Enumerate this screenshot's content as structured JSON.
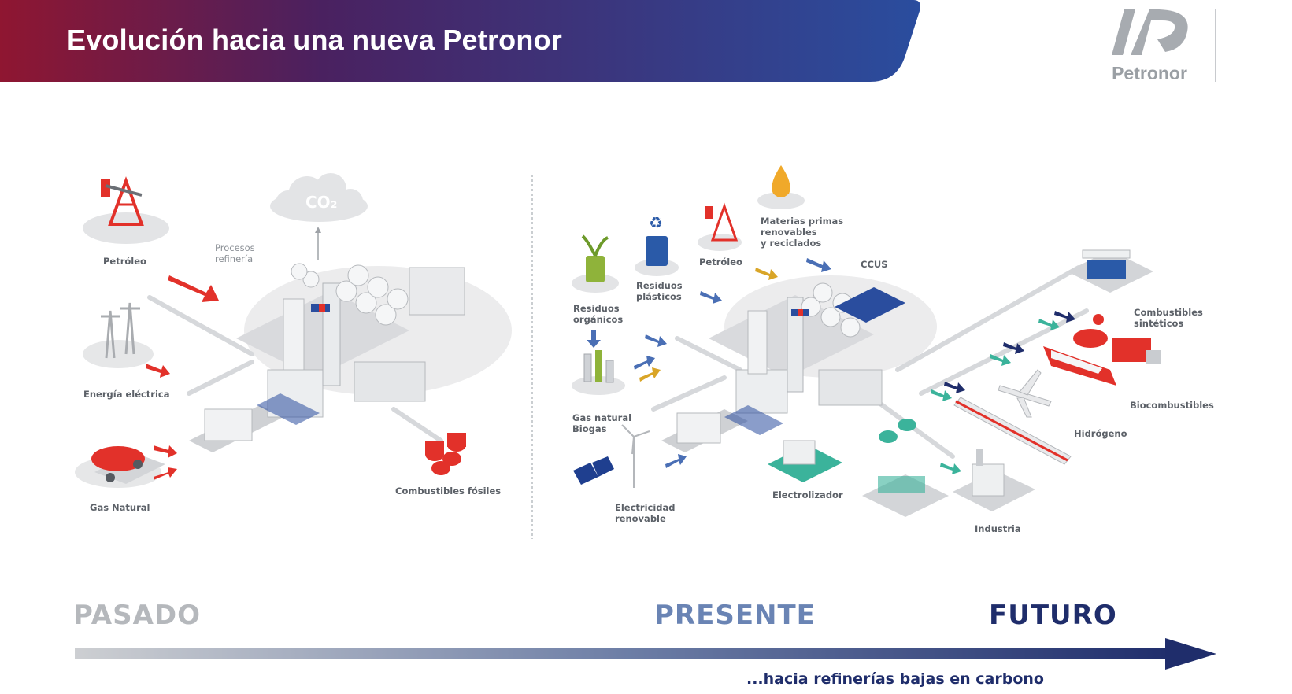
{
  "header": {
    "title": "Evolución hacia una nueva Petronor"
  },
  "logo": {
    "brand": "Petronor"
  },
  "colors": {
    "banner_start": "#8f1631",
    "banner_end": "#2a4d9e",
    "arrow_end": "#1f2d6b",
    "accent_red": "#e2312a"
  },
  "past": {
    "inputs": [
      "Petróleo",
      "Energía eléctrica",
      "Gas Natural"
    ],
    "process_label": "Procesos\nrefinería",
    "emission_label": "CO₂",
    "output": "Combustibles fósiles"
  },
  "present_future": {
    "inputs": [
      "Residuos\norgánicos",
      "Residuos\nplásticos",
      "Petróleo",
      "Materias primas\nrenovables\ny reciclados",
      "CCUS",
      "Gas natural\nBiogas",
      "Electricidad\nrenovable",
      "Electrolizador"
    ],
    "outputs": [
      "Combustibles\nsintéticos",
      "Biocombustibles",
      "Hidrógeno",
      "Industria"
    ]
  },
  "timeline": {
    "stages": [
      "PASADO",
      "PRESENTE",
      "FUTURO"
    ],
    "tagline": "...hacia refinerías bajas en carbono"
  }
}
